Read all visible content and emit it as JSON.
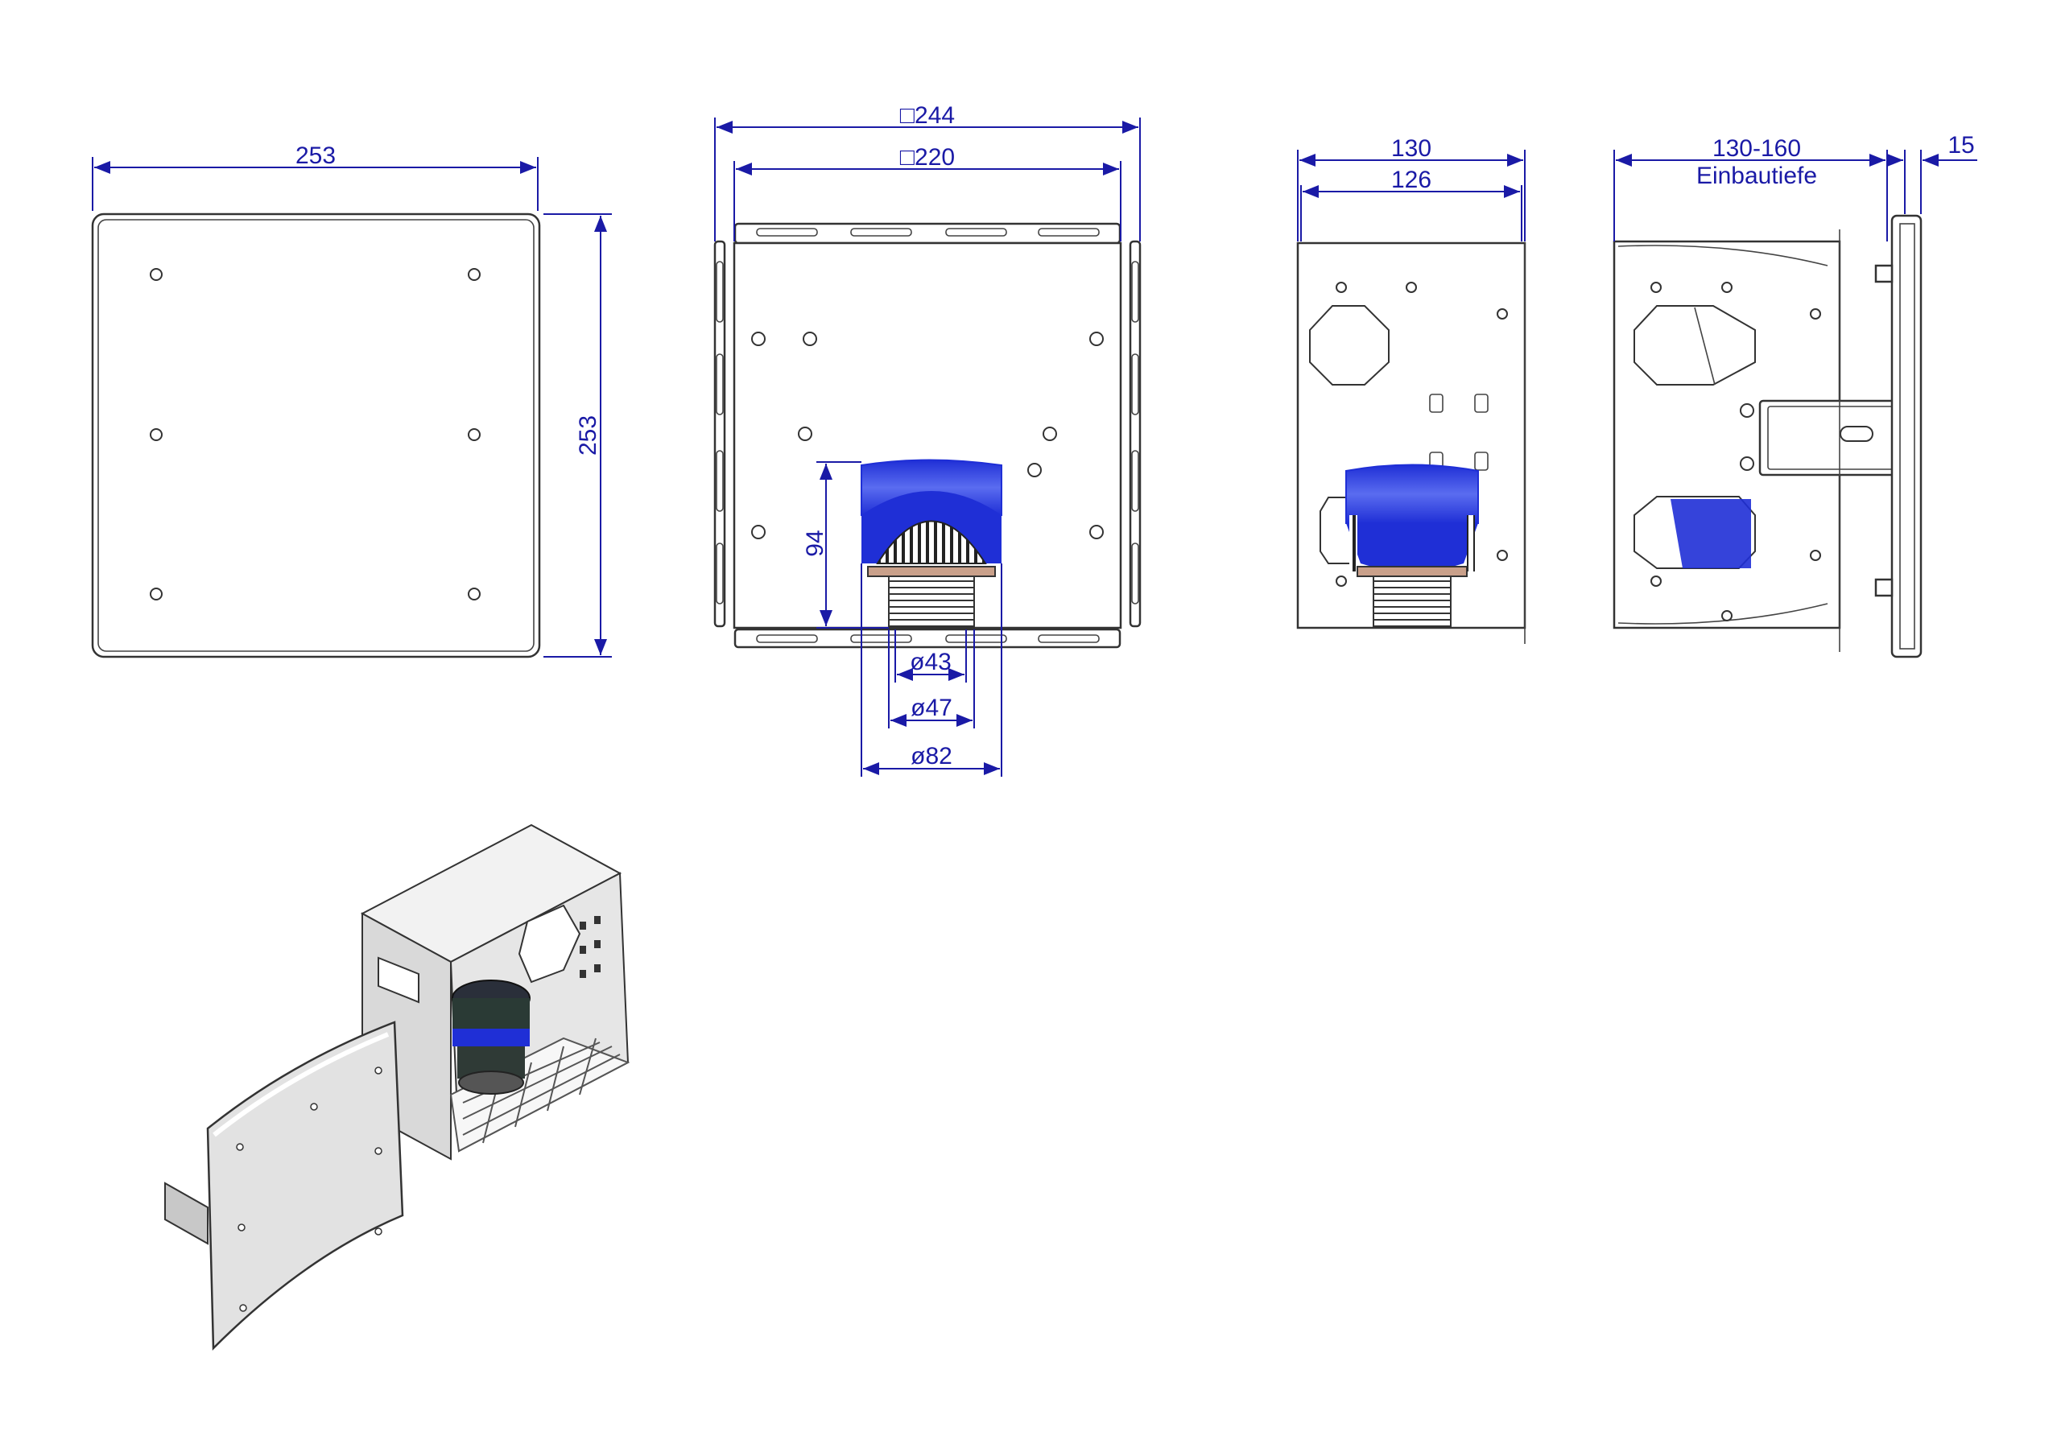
{
  "dimensions": {
    "front_plate_width": "253",
    "front_plate_height": "253",
    "box_outer_square": "□244",
    "box_inner_square": "□220",
    "drain_height": "94",
    "diam_inner": "ø43",
    "diam_middle": "ø47",
    "diam_outer": "ø82",
    "side_outer_depth": "130",
    "side_inner_depth": "126",
    "installation_depth_range": "130-160",
    "installation_depth_label": "Einbautiefe",
    "plate_thickness": "15"
  },
  "colors": {
    "dimension_line": "#1a1aa6",
    "drain_blue": "#1f2fd6",
    "outline": "#333333",
    "gasket": "#c9a08a"
  }
}
